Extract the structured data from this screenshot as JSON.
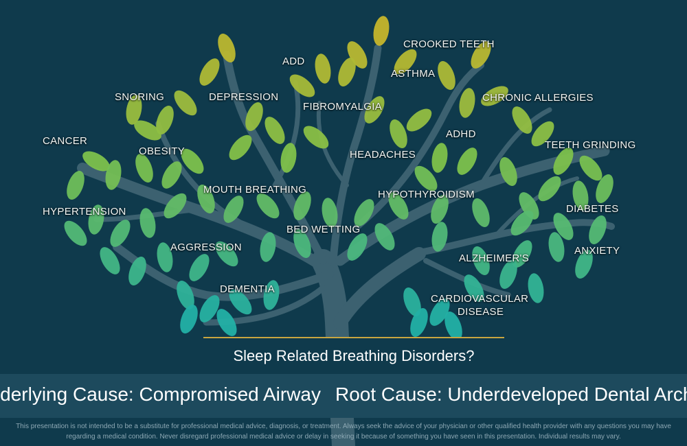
{
  "tree": {
    "labels": [
      {
        "id": "crooked-teeth",
        "text": "CROOKED TEETH"
      },
      {
        "id": "add",
        "text": "ADD"
      },
      {
        "id": "asthma",
        "text": "ASTHMA"
      },
      {
        "id": "snoring",
        "text": "SNORING"
      },
      {
        "id": "depression",
        "text": "DEPRESSION"
      },
      {
        "id": "fibromyalgia",
        "text": "FIBROMYALGIA"
      },
      {
        "id": "chronic-allergies",
        "text": "CHRONIC ALLERGIES"
      },
      {
        "id": "adhd",
        "text": "ADHD"
      },
      {
        "id": "cancer",
        "text": "CANCER"
      },
      {
        "id": "obesity",
        "text": "OBESITY"
      },
      {
        "id": "headaches",
        "text": "HEADACHES"
      },
      {
        "id": "teeth-grinding",
        "text": "TEETH GRINDING"
      },
      {
        "id": "mouth-breathing",
        "text": "MOUTH BREATHING"
      },
      {
        "id": "hypothyroidism",
        "text": "HYPOTHYROIDISM"
      },
      {
        "id": "hypertension",
        "text": "HYPERTENSION"
      },
      {
        "id": "diabetes",
        "text": "DIABETES"
      },
      {
        "id": "bed-wetting",
        "text": "BED WETTING"
      },
      {
        "id": "aggression",
        "text": "AGGRESSION"
      },
      {
        "id": "anxiety",
        "text": "ANXIETY"
      },
      {
        "id": "alzheimers",
        "text": "ALZHEIMER'S"
      },
      {
        "id": "dementia",
        "text": "DEMENTIA"
      },
      {
        "id": "cardiovascular",
        "text": "CARDIOVASCULAR"
      },
      {
        "id": "disease",
        "text": "DISEASE"
      }
    ]
  },
  "question": "Sleep Related Breathing Disorders?",
  "causes": {
    "underlying": "Underlying Cause: Compromised Airway",
    "root": "Root Cause: Underdeveloped Dental Arch"
  },
  "disclaimer": {
    "line1": "This presentation is not intended to be a substitute for professional medical advice, diagnosis, or treatment. Always seek the advice of your physician or other qualified health provider with any questions you may have",
    "line2": "regarding a medical condition. Never disregard professional medical advice or delay in seeking it because of something you have seen in this presentation. Individual results may vary."
  },
  "colors": {
    "background": "#0f3a4c",
    "trunk": "#3c6170",
    "leaf_top": "#c8b52a",
    "leaf_mid": "#7fc14a",
    "leaf_bottom": "#2bb5a0",
    "accent_line": "#c9a640",
    "band": "#1d4a5d"
  }
}
